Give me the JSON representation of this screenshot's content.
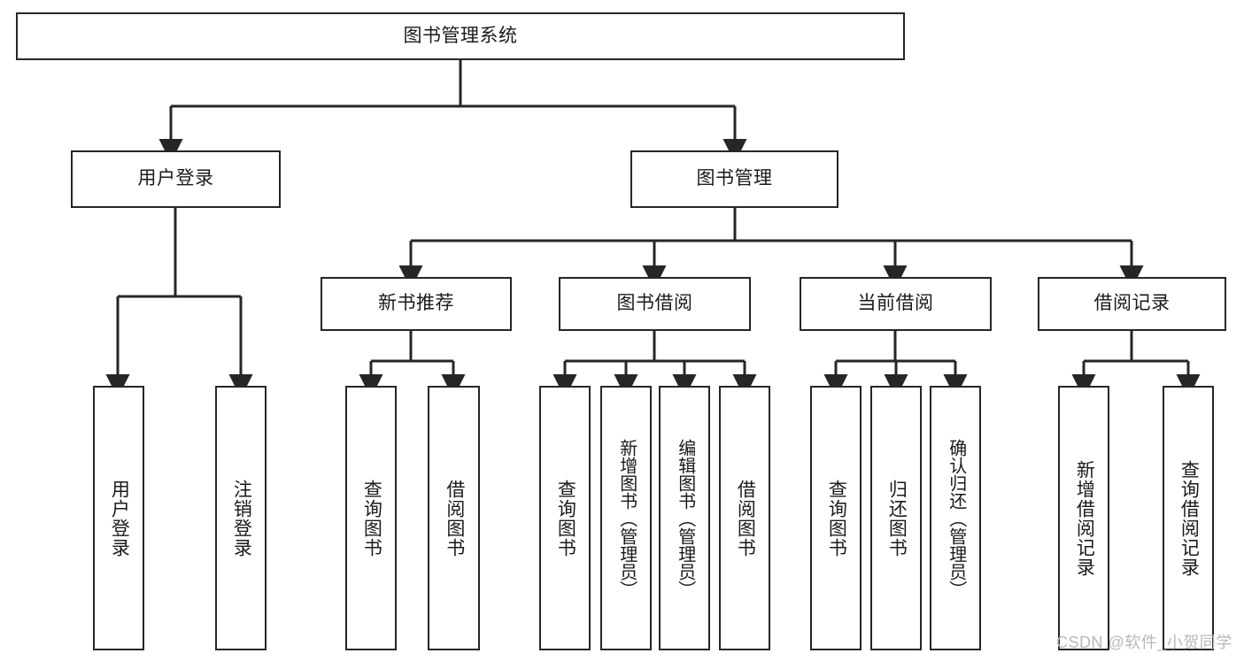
{
  "diagram": {
    "title": "图书管理系统",
    "type": "tree-hierarchy-chart",
    "watermark": "CSDN @软件_小贺同学",
    "colors": {
      "box_border": "#262626",
      "box_fill": "#ffffff",
      "edge": "#262626",
      "text": "#1a1a1a",
      "watermark": "#b9b9b9"
    },
    "nodes": {
      "root": {
        "label": "图书管理系统"
      },
      "level2": [
        {
          "label": "用户登录"
        },
        {
          "label": "图书管理"
        }
      ],
      "level3": [
        {
          "label": "新书推荐"
        },
        {
          "label": "图书借阅"
        },
        {
          "label": "当前借阅"
        },
        {
          "label": "借阅记录"
        }
      ],
      "leaves": [
        {
          "label": "用户登录",
          "parent": "用户登录"
        },
        {
          "label": "注销登录",
          "parent": "用户登录"
        },
        {
          "label": "查询图书",
          "parent": "新书推荐"
        },
        {
          "label": "借阅图书",
          "parent": "新书推荐"
        },
        {
          "label": "查询图书",
          "parent": "图书借阅"
        },
        {
          "label": "新增图书（管理员）",
          "parent": "图书借阅"
        },
        {
          "label": "编辑图书（管理员）",
          "parent": "图书借阅"
        },
        {
          "label": "借阅图书",
          "parent": "图书借阅"
        },
        {
          "label": "查询图书",
          "parent": "当前借阅"
        },
        {
          "label": "归还图书",
          "parent": "当前借阅"
        },
        {
          "label": "确认归还（管理员）",
          "parent": "当前借阅"
        },
        {
          "label": "新增借阅记录",
          "parent": "借阅记录"
        },
        {
          "label": "查询借阅记录",
          "parent": "借阅记录"
        }
      ]
    }
  }
}
